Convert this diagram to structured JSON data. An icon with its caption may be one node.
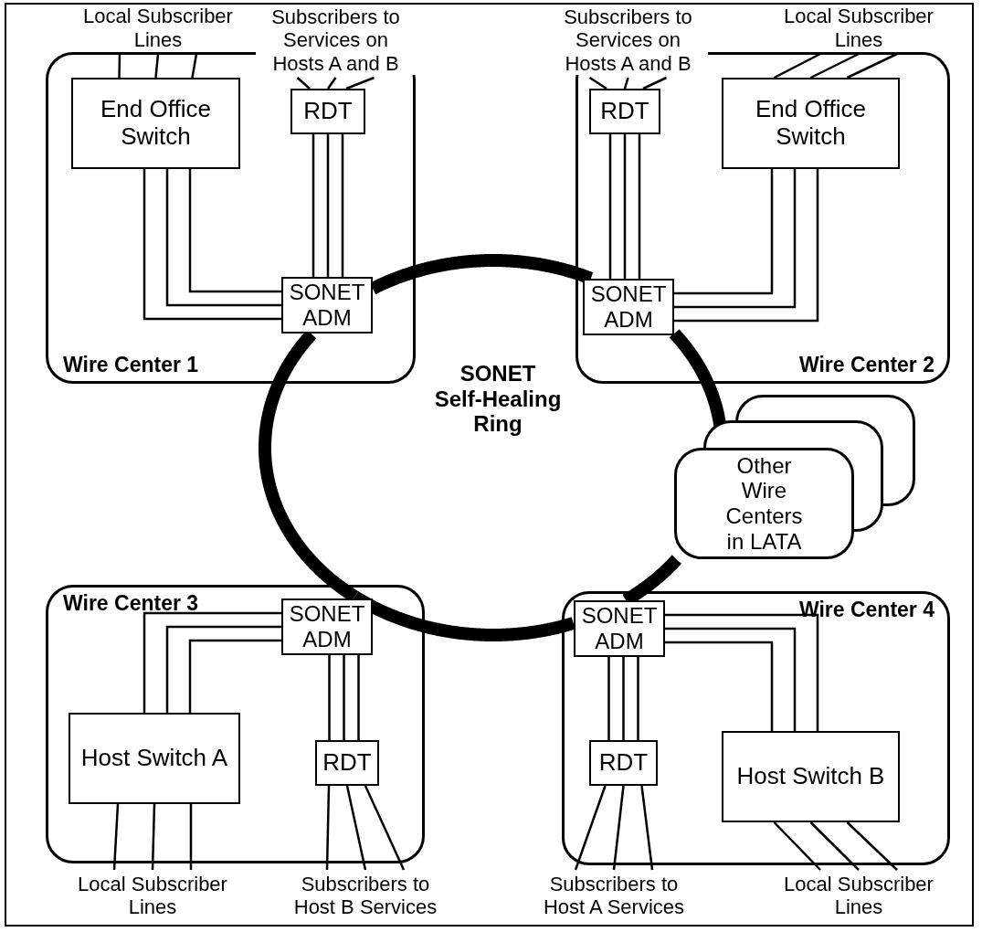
{
  "diagram": {
    "nodes": [
      {
        "text": [
          "Wire Center 1"
        ]
      },
      {
        "text": [
          "End Office Switch"
        ],
        "in": 0
      },
      {
        "text": [
          "RDT"
        ],
        "in": 0
      },
      {
        "text": [
          "SONET ADM"
        ],
        "in": 0
      },
      {
        "text": [
          "Wire Center 2"
        ]
      },
      {
        "text": [
          "RDT"
        ],
        "in": 4
      },
      {
        "text": [
          "End Office Switch"
        ],
        "in": 4
      },
      {
        "text": [
          "SONET ADM"
        ],
        "in": 4
      },
      {
        "text": [
          "Other Wire Centers in LATA"
        ]
      },
      {
        "text": [
          "Wire Center 3"
        ]
      },
      {
        "text": [
          "SONET ADM"
        ],
        "in": 9
      },
      {
        "text": [
          "Host Switch A"
        ],
        "in": 9
      },
      {
        "text": [
          "RDT"
        ],
        "in": 9
      },
      {
        "text": [
          "Wire Center 4"
        ]
      },
      {
        "text": [
          "SONET ADM"
        ],
        "in": 13
      },
      {
        "text": [
          "RDT"
        ],
        "in": 13
      },
      {
        "text": [
          "Host Switch B"
        ],
        "in": 13
      },
      {
        "text": [
          "Local Subscriber Lines"
        ]
      },
      {
        "text": [
          "Subscribers to Services on Hosts A and B"
        ]
      },
      {
        "text": [
          "Subscribers to Services on Hosts A and B"
        ]
      },
      {
        "text": [
          "Local Subscriber Lines"
        ]
      },
      {
        "text": [
          "Local Subscriber Lines"
        ]
      },
      {
        "text": [
          "Subscribers to Host B Services"
        ]
      },
      {
        "text": [
          "Subscribers to Host A Services"
        ]
      },
      {
        "text": [
          "Local Subscriber Lines"
        ]
      }
    ],
    "edges": [
      {
        "from": 3,
        "to": 7,
        "arrow": "none",
        "style": "thick"
      },
      {
        "from": 7,
        "to": 8,
        "arrow": "none",
        "style": "thick"
      },
      {
        "from": 8,
        "to": 14,
        "arrow": "none",
        "style": "thick"
      },
      {
        "from": 14,
        "to": 10,
        "arrow": "none",
        "style": "thick"
      },
      {
        "from": 10,
        "to": 3,
        "arrow": "none",
        "style": "thick"
      },
      {
        "from": 2,
        "to": 3,
        "arrow": "none"
      },
      {
        "from": 2,
        "to": 3,
        "arrow": "none"
      },
      {
        "from": 2,
        "to": 3,
        "arrow": "none"
      },
      {
        "from": 1,
        "to": 3,
        "arrow": "none"
      },
      {
        "from": 1,
        "to": 3,
        "arrow": "none"
      },
      {
        "from": 1,
        "to": 3,
        "arrow": "none"
      },
      {
        "from": 5,
        "to": 7,
        "arrow": "none"
      },
      {
        "from": 5,
        "to": 7,
        "arrow": "none"
      },
      {
        "from": 5,
        "to": 7,
        "arrow": "none"
      },
      {
        "from": 6,
        "to": 7,
        "arrow": "none"
      },
      {
        "from": 6,
        "to": 7,
        "arrow": "none"
      },
      {
        "from": 6,
        "to": 7,
        "arrow": "none"
      },
      {
        "from": 11,
        "to": 10,
        "arrow": "none"
      },
      {
        "from": 11,
        "to": 10,
        "arrow": "none"
      },
      {
        "from": 11,
        "to": 10,
        "arrow": "none"
      },
      {
        "from": 10,
        "to": 12,
        "arrow": "none"
      },
      {
        "from": 10,
        "to": 12,
        "arrow": "none"
      },
      {
        "from": 10,
        "to": 12,
        "arrow": "none"
      },
      {
        "from": 14,
        "to": 15,
        "arrow": "none"
      },
      {
        "from": 14,
        "to": 15,
        "arrow": "none"
      },
      {
        "from": 14,
        "to": 15,
        "arrow": "none"
      },
      {
        "from": 14,
        "to": 16,
        "arrow": "none"
      },
      {
        "from": 14,
        "to": 16,
        "arrow": "none"
      },
      {
        "from": 14,
        "to": 16,
        "arrow": "none"
      },
      {
        "from": 17,
        "to": 1,
        "arrow": "none"
      },
      {
        "from": 17,
        "to": 1,
        "arrow": "none"
      },
      {
        "from": 17,
        "to": 1,
        "arrow": "none"
      },
      {
        "from": 18,
        "to": 2,
        "arrow": "none"
      },
      {
        "from": 18,
        "to": 2,
        "arrow": "none"
      },
      {
        "from": 18,
        "to": 2,
        "arrow": "none"
      },
      {
        "from": 19,
        "to": 5,
        "arrow": "none"
      },
      {
        "from": 19,
        "to": 5,
        "arrow": "none"
      },
      {
        "from": 19,
        "to": 5,
        "arrow": "none"
      },
      {
        "from": 20,
        "to": 6,
        "arrow": "none"
      },
      {
        "from": 20,
        "to": 6,
        "arrow": "none"
      },
      {
        "from": 20,
        "to": 6,
        "arrow": "none"
      },
      {
        "from": 21,
        "to": 11,
        "arrow": "none"
      },
      {
        "from": 21,
        "to": 11,
        "arrow": "none"
      },
      {
        "from": 21,
        "to": 11,
        "arrow": "none"
      },
      {
        "from": 22,
        "to": 12,
        "arrow": "none"
      },
      {
        "from": 22,
        "to": 12,
        "arrow": "none"
      },
      {
        "from": 22,
        "to": 12,
        "arrow": "none"
      },
      {
        "from": 23,
        "to": 15,
        "arrow": "none"
      },
      {
        "from": 23,
        "to": 15,
        "arrow": "none"
      },
      {
        "from": 23,
        "to": 15,
        "arrow": "none"
      },
      {
        "from": 24,
        "to": 16,
        "arrow": "none"
      },
      {
        "from": 24,
        "to": 16,
        "arrow": "none"
      },
      {
        "from": 24,
        "to": 16,
        "arrow": "none"
      }
    ],
    "labels": [
      "SONET Self-Healing Ring"
    ]
  }
}
